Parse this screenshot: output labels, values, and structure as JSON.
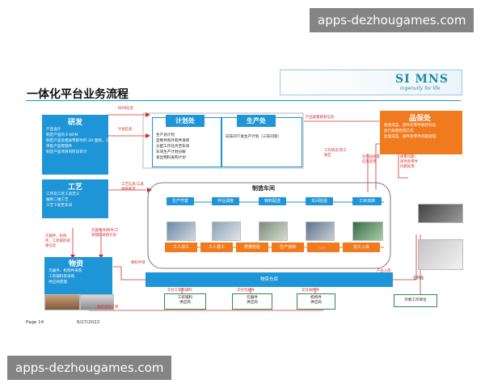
{
  "watermark": "apps-dezhougames.com",
  "slide": {
    "title": "一体化平台业务流程",
    "logo": "SI MNS",
    "logo_tagline": "Ingenuity for life",
    "page": "Page 14",
    "date": "6/27/2022"
  },
  "research": {
    "title": "研发",
    "items": [
      "产品设计",
      "制定产品的 E-BOM",
      "制定产品及相关零部件的 2D 图纸，与质检及测试标准",
      "审批产品零部件",
      "制定产品项目的阶段审计"
    ]
  },
  "process": {
    "title": "工艺",
    "items": [
      "工序及工装工具定义",
      "编制二维工艺",
      "工艺下发至车间"
    ]
  },
  "material": {
    "title": "物资",
    "items": [
      "元器件、机构件采购",
      "工装辅料等采购",
      "供应商管理"
    ]
  },
  "planning": {
    "title": "计划处",
    "items": [
      "生产总计划",
      "自制件和外购件清单",
      "分配工作任务至车间",
      "车间生产计划分解",
      "发出物料采购计划"
    ]
  },
  "production": {
    "title": "生产处",
    "items": [
      "向车间下发生产计划（三车间等）"
    ]
  },
  "quality": {
    "title": "品保处",
    "items": [
      "接收成品、部件及零件质检标准",
      "执行质量检测工作",
      "监督成品、部件及零件问题处理"
    ]
  },
  "workshop": {
    "title": "制造车间",
    "chips": [
      "生产齐套",
      "作业调度",
      "物料配送",
      "车间检验",
      "工序流转"
    ],
    "steps": [
      "工人加工",
      "工人报工",
      "质量检验",
      "生产流转",
      "。。。",
      "完工入库"
    ]
  },
  "warehouse": {
    "label": "物资仓库"
  },
  "suppliers": [
    {
      "line1": "工装辅料",
      "line2": "供应商",
      "tag": "交付工装及辅料"
    },
    {
      "line1": "元器件",
      "line2": "供应商",
      "tag": "交付元器件"
    },
    {
      "line1": "机构件",
      "line2": "供应商",
      "tag": "交付采购件"
    }
  ],
  "outsource": {
    "label": "外委工作单位"
  },
  "flow_labels": {
    "bom": "BOM信息",
    "plan_info": "计划信息",
    "product_quality": "产品质量规划信息",
    "work_status": "工作状态/完工报告",
    "process_info": "工艺信息/工具规格要求",
    "component_info": "元器件、机构件、工装辅料规格信息",
    "procure_plan": "元器件/机构件/工装辅料采购计划",
    "material_apply": "物料申领",
    "product_in": "产品入库",
    "wip": "在制品",
    "procure_order": "物料采购订单",
    "quality_feedback": "在制品质量信息反馈",
    "quality_issue": "质量问题、部件及零件问题处理"
  },
  "colors": {
    "blue": "#1e95d6",
    "orange": "#f07a1e",
    "red": "#d03030",
    "green": "#2a8a4a"
  }
}
